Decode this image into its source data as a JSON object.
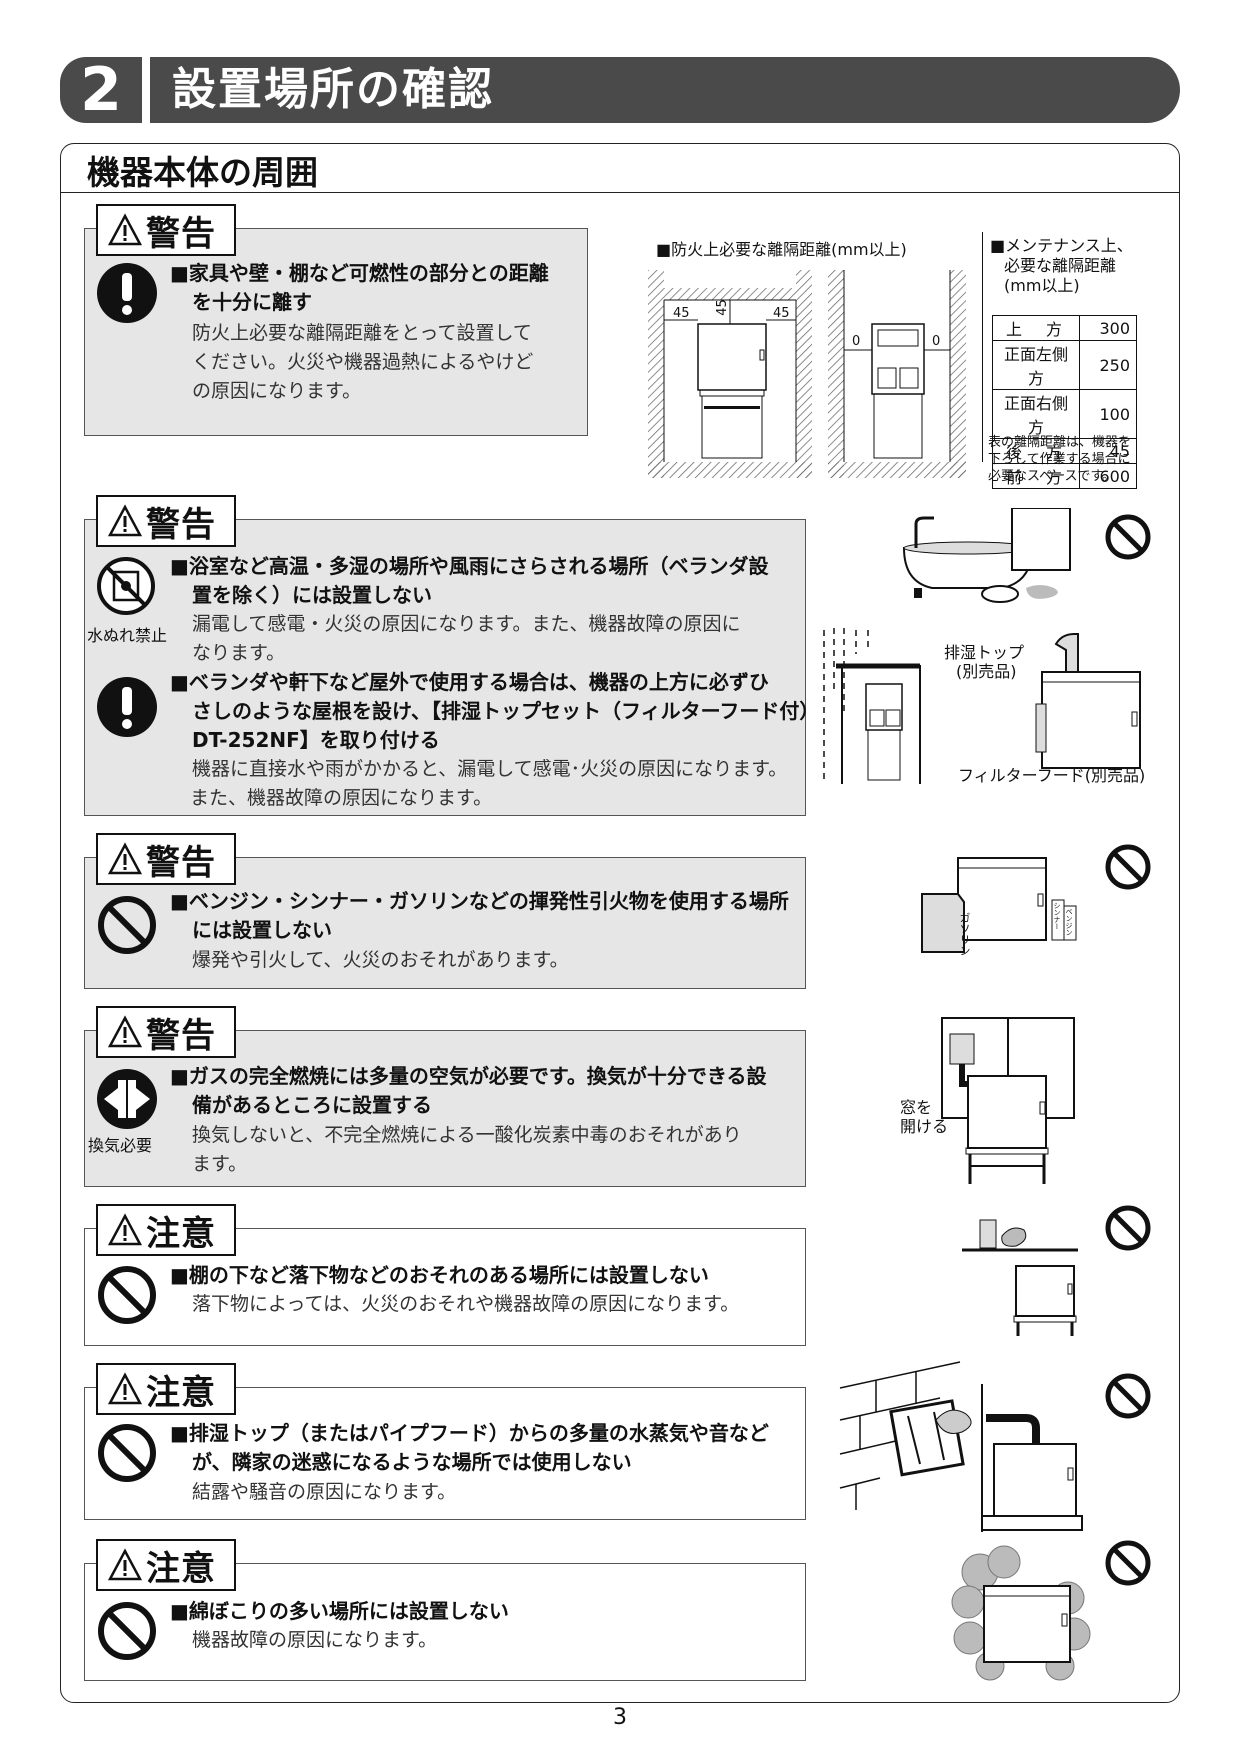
{
  "header": {
    "number": "2",
    "title": "設置場所の確認"
  },
  "section": {
    "title": "機器本体の周囲"
  },
  "blocks": [
    {
      "label": "警告",
      "items": [
        {
          "head_lines": [
            "■家具や壁・棚など可燃性の部分との距離",
            "を十分に離す"
          ],
          "body_lines": [
            "防火上必要な離隔距離をとって設置して",
            "ください。火災や機器過熱によるやけど",
            "の原因になります。"
          ]
        }
      ]
    },
    {
      "label": "警告",
      "icon_label": "水ぬれ禁止",
      "items": [
        {
          "head_lines": [
            "■浴室など高温・多湿の場所や風雨にさらされる場所（ベランダ設",
            "置を除く）には設置しない"
          ],
          "body_lines": [
            "漏電して感電・火災の原因になります。また、機器故障の原因に",
            "なります。"
          ]
        },
        {
          "head_lines": [
            "■ベランダや軒下など屋外で使用する場合は、機器の上方に必ずひ",
            "さしのような屋根を設け、【排湿トップセット（フィルターフード付）",
            "DT-252NF】を取り付ける"
          ],
          "body_lines": [
            "機器に直接水や雨がかかると、漏電して感電･火災の原因になります。",
            "また、機器故障の原因になります。"
          ]
        }
      ]
    },
    {
      "label": "警告",
      "items": [
        {
          "head_lines": [
            "■ベンジン・シンナー・ガソリンなどの揮発性引火物を使用する場所",
            "には設置しない"
          ],
          "body_lines": [
            "爆発や引火して、火災のおそれがあります。"
          ]
        }
      ]
    },
    {
      "label": "警告",
      "icon_label": "換気必要",
      "items": [
        {
          "head_lines": [
            "■ガスの完全燃焼には多量の空気が必要です。換気が十分できる設",
            "備があるところに設置する"
          ],
          "body_lines": [
            "換気しないと、不完全燃焼による一酸化炭素中毒のおそれがあり",
            "ます。"
          ]
        }
      ]
    },
    {
      "label": "注意",
      "items": [
        {
          "head_lines": [
            "■棚の下など落下物などのおそれのある場所には設置しない"
          ],
          "body_lines": [
            "落下物によっては、火災のおそれや機器故障の原因になります。"
          ]
        }
      ]
    },
    {
      "label": "注意",
      "items": [
        {
          "head_lines": [
            "■排湿トップ（またはパイプフード）からの多量の水蒸気や音など",
            "が、隣家の迷惑になるような場所では使用しない"
          ],
          "body_lines": [
            "結露や騒音の原因になります。"
          ]
        }
      ]
    },
    {
      "label": "注意",
      "items": [
        {
          "head_lines": [
            "■綿ぼこりの多い場所には設置しない"
          ],
          "body_lines": [
            "機器故障の原因になります。"
          ]
        }
      ]
    }
  ],
  "clearance": {
    "fire_title": "■防火上必要な離隔距離(mm以上)",
    "fire_top": "45",
    "fire_side_left": "45",
    "fire_side_right": "45",
    "front_left": "0",
    "front_right": "0",
    "maint_title_lines": [
      "■メンテナンス上、",
      "必要な離隔距離",
      "(mm以上)"
    ],
    "table": [
      {
        "k": "上　方",
        "v": "300"
      },
      {
        "k": "正面左側方",
        "v": "250"
      },
      {
        "k": "正面右側方",
        "v": "100"
      },
      {
        "k": "後　方",
        "v": "45"
      },
      {
        "k": "前　方",
        "v": "600"
      }
    ],
    "note_lines": [
      "表の離隔距離は、機器を",
      "下ろして作業する場合に",
      "必要なスペースです。"
    ]
  },
  "illustrations": {
    "exhaust_top": "排湿トップ",
    "exhaust_top_sub": "(別売品)",
    "filter_hood": "フィルターフード(別売品)",
    "window_open_lines": [
      "窓を",
      "開ける"
    ],
    "can_text_1": "ガソリン",
    "can_text_2": "シンナー",
    "can_text_3": "ベンジン"
  },
  "page_number": "3"
}
